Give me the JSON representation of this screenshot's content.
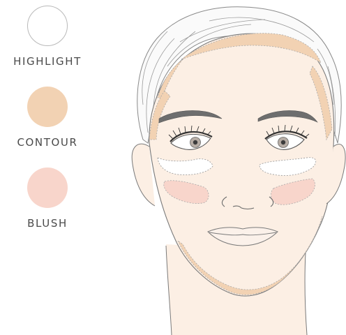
{
  "legend": {
    "items": [
      {
        "label": "HIGHLIGHT",
        "color": "#ffffff",
        "border": "#b9b9b9"
      },
      {
        "label": "CONTOUR",
        "color": "#f2d2b3",
        "border": "#f2d2b3"
      },
      {
        "label": "BLUSH",
        "color": "#f8d5cb",
        "border": "#f8d5cb"
      }
    ]
  },
  "illustration": {
    "skin_color": "#fcefe4",
    "line_color": "#6b6b6b",
    "zones": [
      "highlight",
      "contour",
      "blush"
    ]
  }
}
